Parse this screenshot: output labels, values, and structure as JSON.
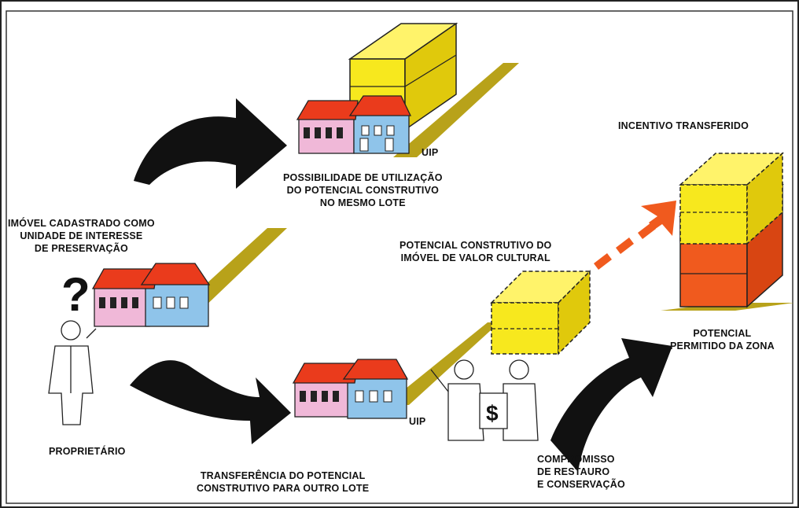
{
  "labels": {
    "uip_top": "UIP",
    "possibilidade": [
      "POSSIBILIDADE DE UTILIZAÇÃO",
      "DO POTENCIAL CONSTRUTIVO",
      "NO MESMO LOTE"
    ],
    "incentivo": "INCENTIVO TRANSFERIDO",
    "imovel": [
      "IMÓVEL CADASTRADO COMO",
      "UNIDADE DE INTERESSE",
      "DE PRESERVAÇÃO"
    ],
    "potencial_cultural": [
      "POTENCIAL CONSTRUTIVO DO",
      "IMÓVEL DE VALOR CULTURAL"
    ],
    "potencial_zona": [
      "POTENCIAL",
      "PERMITIDO DA ZONA"
    ],
    "proprietario": "PROPRIETÁRIO",
    "uip_bottom": "UIP",
    "transferencia": [
      "TRANSFERÊNCIA DO POTENCIAL",
      "CONSTRUTIVO PARA OUTRO LOTE"
    ],
    "compromisso": [
      "COMPROMISSO",
      "DE RESTAURO",
      "E  CONSERVAÇÃO"
    ]
  },
  "colors": {
    "yellow": "#f7e81e",
    "yellow_dark": "#d9c400",
    "lot": "#b8a21a",
    "orange": "#f05a1e",
    "roof": "#ea3b1c",
    "wall_blue": "#8fc4ea",
    "wall_pink": "#f0b8d8",
    "arrow": "#111111"
  },
  "icons": [
    "question-mark-icon",
    "owner-figure-icon",
    "workers-figure-icon",
    "dollar-sign-icon"
  ]
}
